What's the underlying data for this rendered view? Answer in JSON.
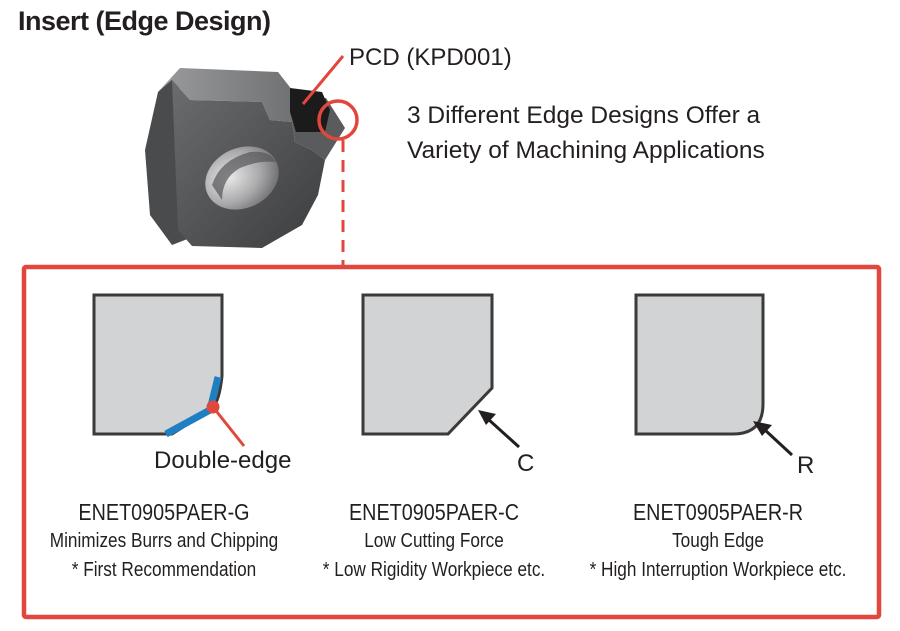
{
  "title": "Insert (Edge Design)",
  "pcd_label": "PCD (KPD001)",
  "headline": {
    "line1": "3 Different Edge Designs Offer a",
    "line2": "Variety of Machining Applications"
  },
  "colors": {
    "accent_red": "#e2473d",
    "edge_blue": "#1f7fc3",
    "insert_gray": "#d1d3d4",
    "insert_outline": "#3a3a3a"
  },
  "edges": [
    {
      "marker": "Double-edge",
      "code": "ENET0905PAER-G",
      "feature": "Minimizes Burrs and Chipping",
      "note": "* First Recommendation"
    },
    {
      "marker": "C",
      "code": "ENET0905PAER-C",
      "feature": "Low Cutting Force",
      "note": "* Low Rigidity Workpiece etc."
    },
    {
      "marker": "R",
      "code": "ENET0905PAER-R",
      "feature": "Tough Edge",
      "note": "* High Interruption Workpiece etc."
    }
  ]
}
